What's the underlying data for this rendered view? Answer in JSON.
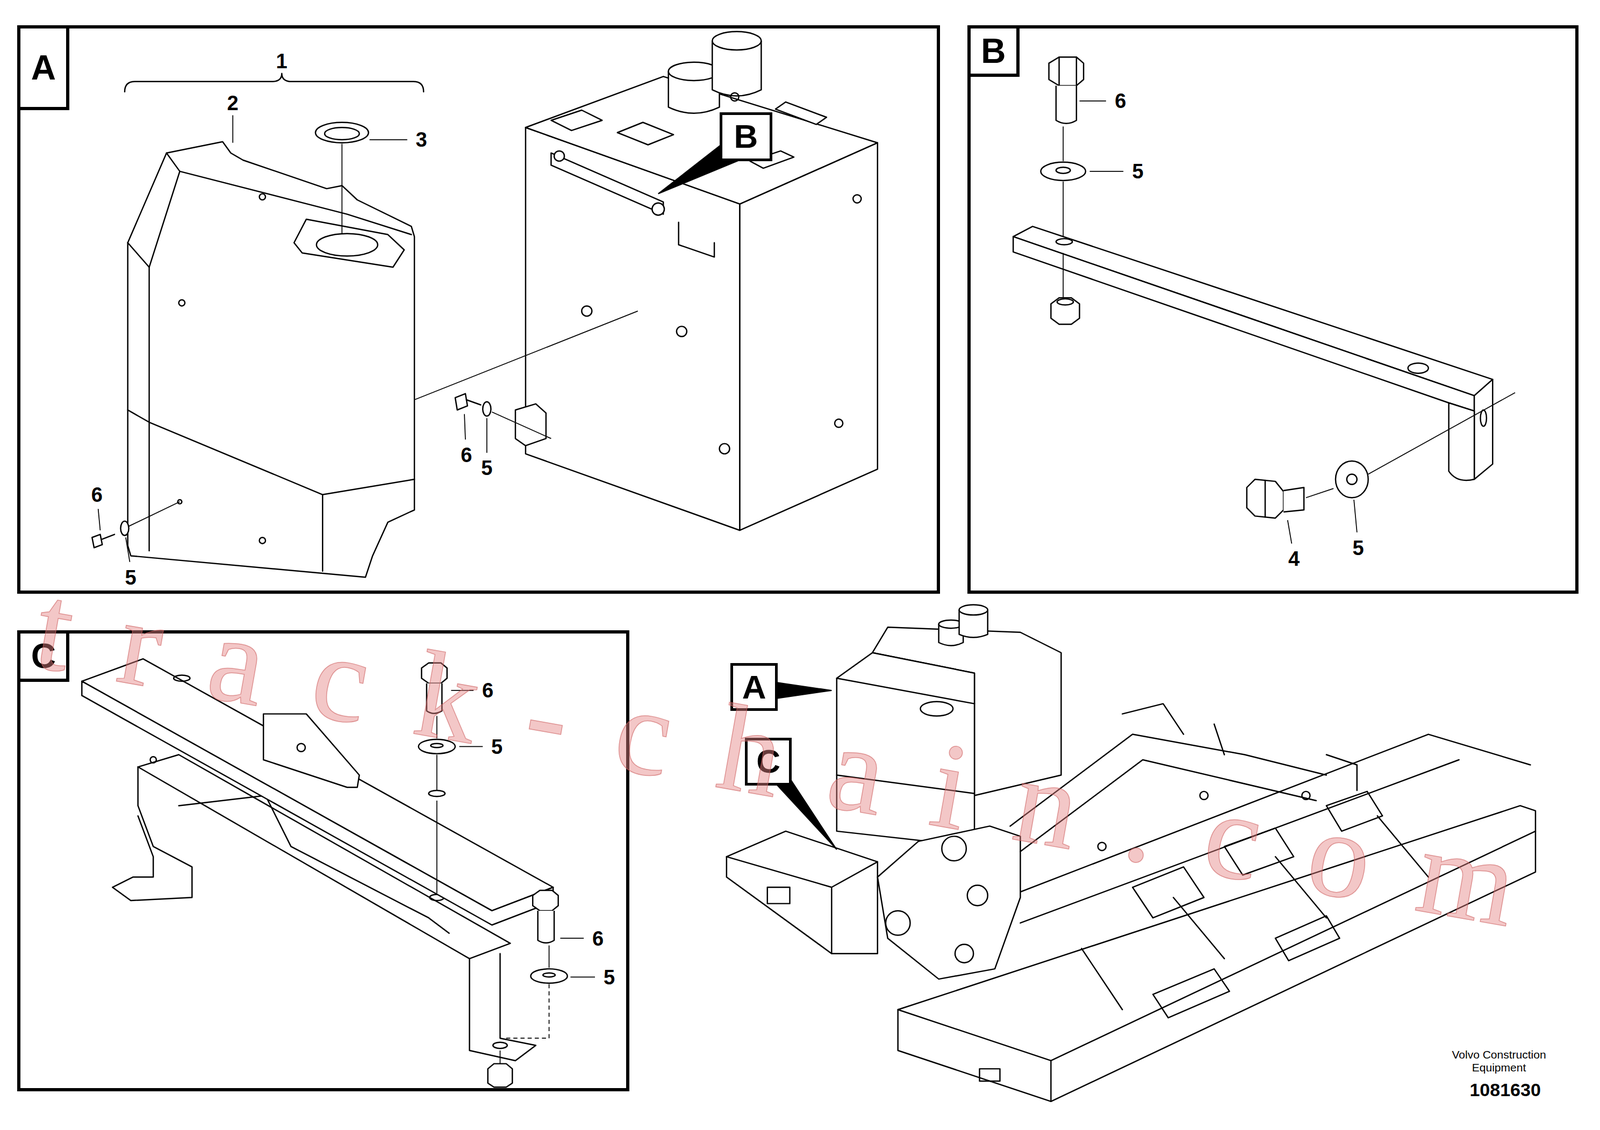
{
  "diagram": {
    "nodes": [
      {
        "text": [
          "A"
        ]
      },
      {
        "text": [
          "B"
        ],
        "in": 0
      },
      {
        "text": [
          "B"
        ]
      },
      {
        "text": [
          "C"
        ]
      },
      {
        "text": [
          "A"
        ]
      },
      {
        "text": [
          "C"
        ]
      }
    ],
    "labels": [
      "1",
      "2",
      "3",
      "6",
      "5",
      "6",
      "5",
      "6",
      "5",
      "4",
      "5",
      "6",
      "5",
      "6",
      "5",
      "Volvo Construction Equipment",
      "1081630",
      "track-chain.com"
    ]
  }
}
